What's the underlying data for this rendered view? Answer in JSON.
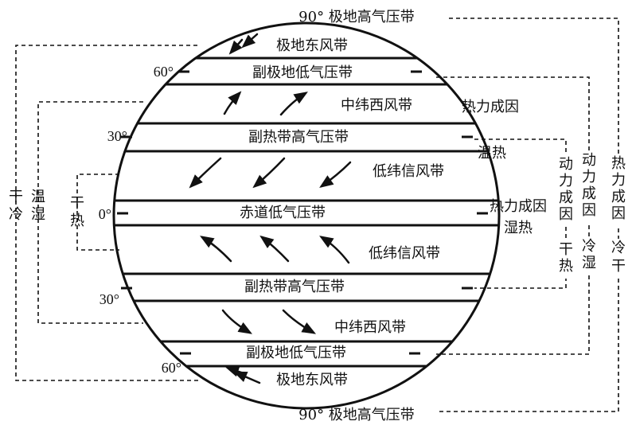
{
  "top_pressure_label": "90° 极地高气压带",
  "bottom_pressure_label": "90° 极地高气压带",
  "latitudes": {
    "north_60": "60°",
    "north_30": "30°",
    "equator": "0°",
    "south_30": "30°",
    "south_60": "60°"
  },
  "belts": {
    "polar_easterlies_north": "极地东风带",
    "subpolar_low_north": "副极地低气压带",
    "westerlies_north": "中纬西风带",
    "subtropical_high_north": "副热带高气压带",
    "trade_winds_north": "低纬信风带",
    "equatorial_low": "赤道低气压带",
    "trade_winds_south": "低纬信风带",
    "subtropical_high_south": "副热带高气压带",
    "westerlies_south": "中纬西风带",
    "subpolar_low_south": "副极地低气压带",
    "polar_easterlies_south": "极地东风带"
  },
  "right_annotations": {
    "thermal_cause_upper": "热力成因",
    "warm_hot": "温热",
    "thermal_cause_equator": "热力成因",
    "wet_hot": "湿热",
    "dynamic_cause_inner": [
      "动",
      "力",
      "成",
      "因"
    ],
    "dry_hot_right": [
      "干",
      "热"
    ],
    "dynamic_cause_middle": [
      "动",
      "力",
      "成",
      "因"
    ],
    "cold_wet": [
      "冷",
      "湿"
    ],
    "thermal_cause_outer": [
      "热",
      "力",
      "成",
      "因"
    ],
    "cold_dry": [
      "冷",
      "干"
    ]
  },
  "left_annotations": {
    "dry_cold": [
      "干",
      "冷"
    ],
    "warm_wet": [
      "温",
      "湿"
    ],
    "dry_hot": [
      "干",
      "热"
    ]
  }
}
